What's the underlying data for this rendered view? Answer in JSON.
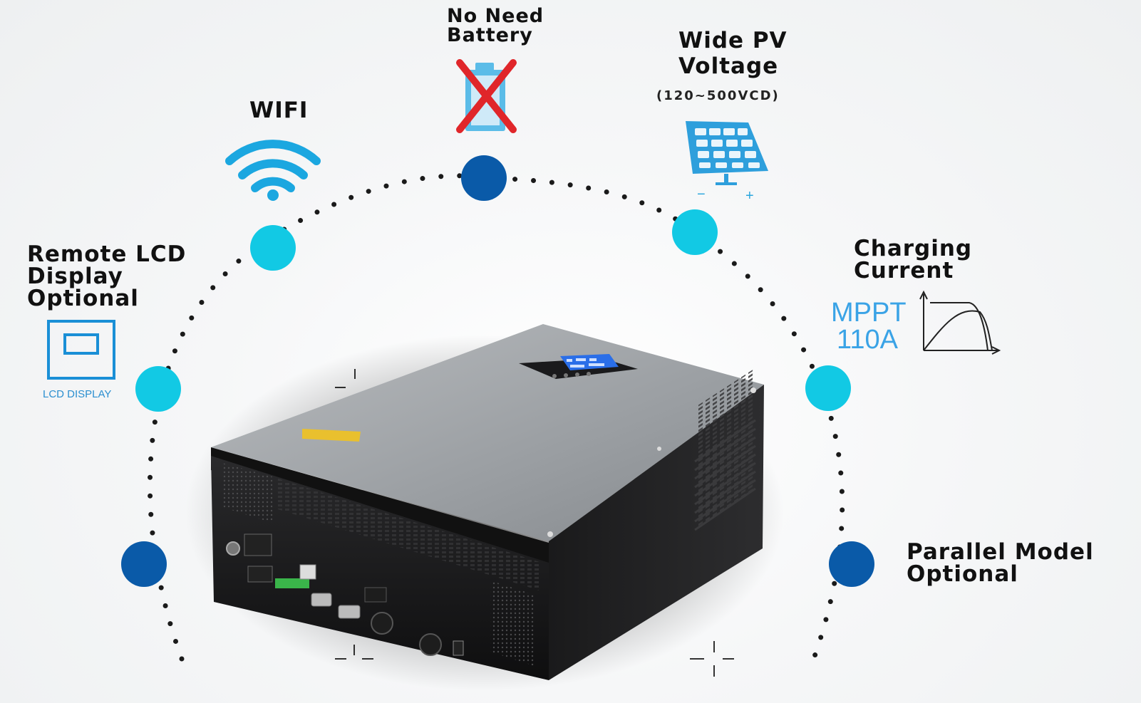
{
  "features": {
    "remote_lcd": {
      "lines": [
        "Remote LCD",
        "Display",
        "Optional"
      ],
      "caption": "LCD DISPLAY"
    },
    "wifi": {
      "label": "WIFI"
    },
    "no_battery": {
      "lines": [
        "No Need",
        "Battery"
      ]
    },
    "wide_pv": {
      "lines": [
        "Wide PV",
        "Voltage"
      ],
      "range": "(120~500VCD)",
      "minus": "−",
      "plus": "+"
    },
    "charging": {
      "lines": [
        "Charging",
        "Current"
      ],
      "mppt_lines": [
        "MPPT",
        "110A"
      ]
    },
    "parallel": {
      "lines": [
        "Parallel Model",
        "Optional"
      ]
    }
  },
  "colors": {
    "cyan_dot": "#12c9e4",
    "navy_dot": "#0a5aa8",
    "accent_blue": "#3aa3e6",
    "cross_red": "#e0262a",
    "dotted_arc": "#1a1a1a"
  },
  "icons": [
    "laptop-display-icon",
    "wifi-icon",
    "battery-crossed-icon",
    "solar-panel-icon",
    "mppt-curve-icon"
  ]
}
